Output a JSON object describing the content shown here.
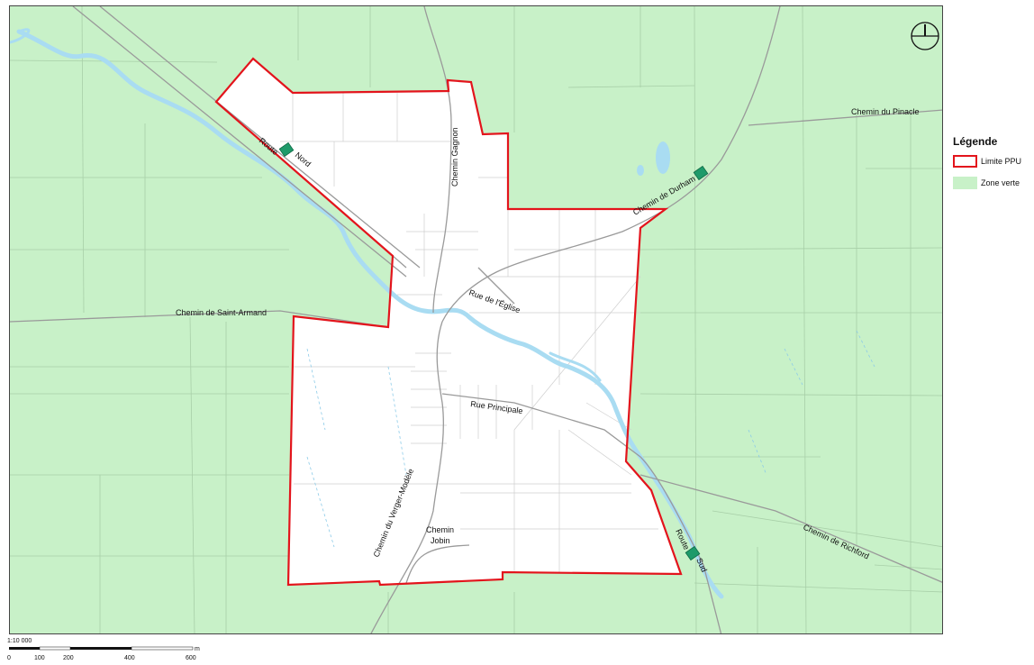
{
  "legend": {
    "title": "Légende",
    "items": [
      {
        "label": "Limite PPU",
        "color": "#e3141c"
      },
      {
        "label": "Zone verte",
        "color": "#c8f1c8"
      }
    ]
  },
  "scale": {
    "ratio": "1:10 000",
    "ticks": [
      "0",
      "100",
      "200",
      "400",
      "600"
    ],
    "unit": "m"
  },
  "roads": {
    "route_nord_a": "Route",
    "route_nord_b": "Nord",
    "chemin_gagnon": "Chemin Gagnon",
    "chemin_pinacle": "Chemin du Pinacle",
    "chemin_durham": "Chemin de Durham",
    "rue_eglise": "Rue de l'Église",
    "chemin_saint_armand": "Chemin de Saint-Armand",
    "rue_principale": "Rue Principale",
    "chemin_verger": "Chemin du Verger-Modèle",
    "chemin_jobin_a": "Chemin",
    "chemin_jobin_b": "Jobin",
    "route_sud_a": "Route",
    "route_sud_b": "Sud",
    "chemin_richford": "Chemin de Richford"
  },
  "colors": {
    "zone_verte": "#c8f1c8",
    "limite_ppu": "#e3141c",
    "water": "#a9dcf2",
    "road": "#9a9a9a",
    "parcel": "#b9d9b9",
    "marker": "#1e9a6a"
  }
}
